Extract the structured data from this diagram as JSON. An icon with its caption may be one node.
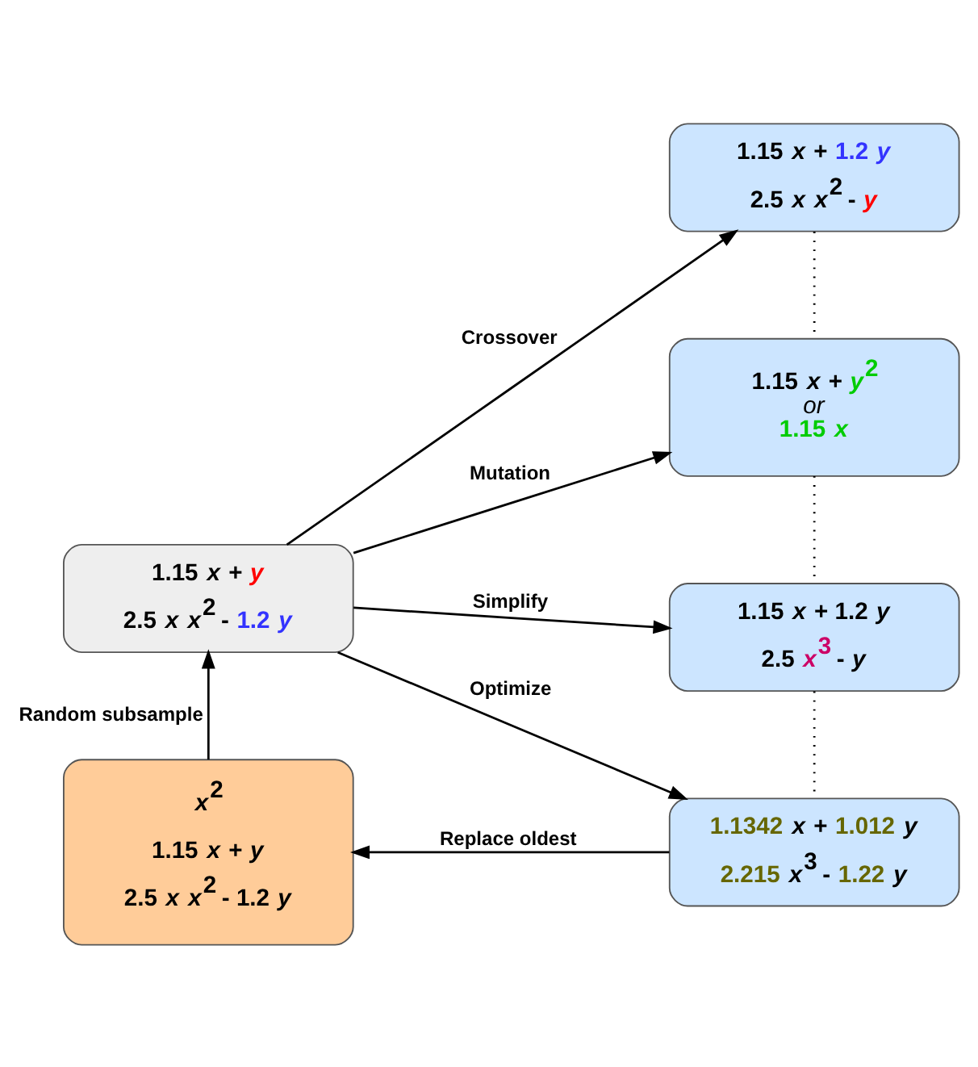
{
  "diagram": {
    "nodes": [
      {
        "text": [
          "1.15 *x* + *y*",
          "2.5 *x* *x*$^{2}$ - 1.2 *y*"
        ]
      },
      {
        "text": [
          "1.15 *x* + 1.2 *y*",
          "2.5 *x* *x*$^{2}$ - *y*"
        ]
      },
      {
        "text": [
          "1.15 *x* + *y*$^{2}$",
          "or",
          "1.15 *x*"
        ]
      },
      {
        "text": [
          "1.15 *x* + 1.2 *y*",
          "2.5 *x*$^{3}$ - *y*"
        ]
      },
      {
        "text": [
          "1.1342 *x* + 1.012 *y*",
          "2.215 *x*$^{3}$ - 1.22 *y*"
        ]
      },
      {
        "text": [
          "*x*$^{2}$",
          "1.15 *x* + *y*",
          "2.5 *x* *x*$^{2}$ - 1.2 *y*"
        ]
      }
    ],
    "edges": [
      {
        "from": 0,
        "to": 1,
        "arrow": "to",
        "label": "Crossover"
      },
      {
        "from": 0,
        "to": 2,
        "arrow": "to",
        "label": "Mutation"
      },
      {
        "from": 0,
        "to": 3,
        "arrow": "to",
        "label": "Simplify"
      },
      {
        "from": 0,
        "to": 4,
        "arrow": "to",
        "label": "Optimize"
      },
      {
        "from": 1,
        "to": 2,
        "arrow": "none",
        "style": "dashed"
      },
      {
        "from": 2,
        "to": 3,
        "arrow": "none",
        "style": "dashed"
      },
      {
        "from": 3,
        "to": 4,
        "arrow": "none",
        "style": "dashed"
      },
      {
        "from": 4,
        "to": 5,
        "arrow": "to",
        "label": "Replace oldest"
      },
      {
        "from": 5,
        "to": 0,
        "arrow": "to",
        "label": "Random subsample"
      }
    ]
  }
}
